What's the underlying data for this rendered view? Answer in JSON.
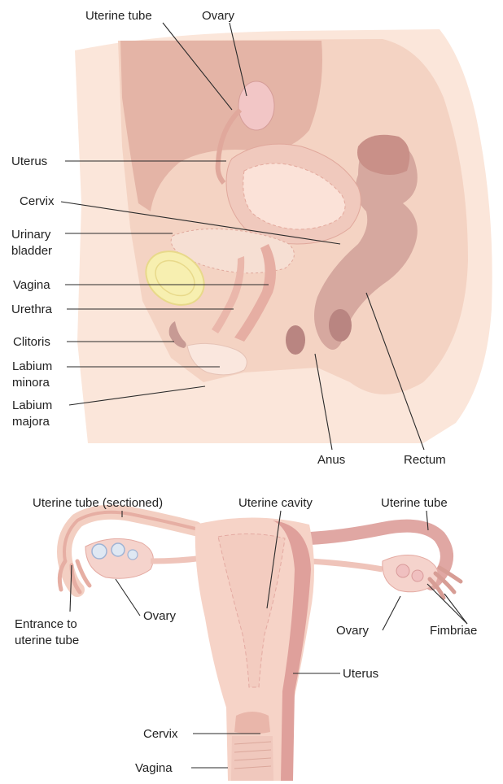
{
  "sagittal_view": {
    "labels": {
      "uterine_tube": "Uterine tube",
      "ovary": "Ovary",
      "uterus": "Uterus",
      "cervix": "Cervix",
      "urinary_bladder_1": "Urinary",
      "urinary_bladder_2": "bladder",
      "vagina": "Vagina",
      "urethra": "Urethra",
      "clitoris": "Clitoris",
      "labium_minora_1": "Labium",
      "labium_minora_2": "minora",
      "labium_majora_1": "Labium",
      "labium_majora_2": "majora",
      "anus": "Anus",
      "rectum": "Rectum"
    }
  },
  "frontal_view": {
    "labels": {
      "uterine_tube_sectioned": "Uterine tube (sectioned)",
      "uterine_cavity": "Uterine cavity",
      "uterine_tube": "Uterine tube",
      "entrance_1": "Entrance to",
      "entrance_2": "uterine tube",
      "ovary_left": "Ovary",
      "ovary_right": "Ovary",
      "fimbriae": "Fimbriae",
      "uterus": "Uterus",
      "cervix": "Cervix",
      "vagina": "Vagina"
    }
  },
  "colors": {
    "background_panel": "#fbe9de",
    "body_tissue": "#f6d7c6",
    "organ_pink": "#efc4ba",
    "organ_dark": "#d79d95",
    "rectum_dark": "#b57f7c",
    "bladder_yellow": "#f7efb0"
  }
}
